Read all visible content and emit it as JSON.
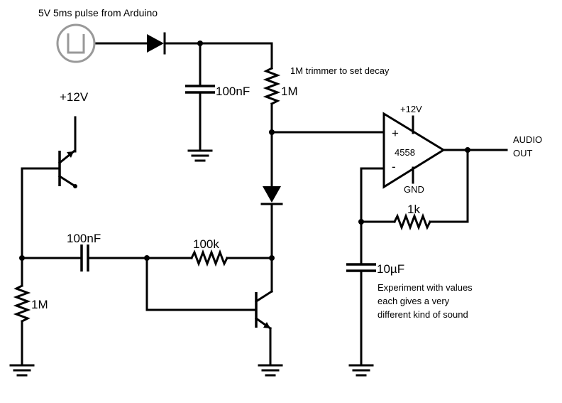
{
  "labels": {
    "pulse": "5V 5ms pulse from Arduino",
    "trimmer_note": "1M trimmer to set decay",
    "cap_top": "100nF",
    "res_trim": "1M",
    "supply_left": "+12V",
    "opamp_supply": "+12V",
    "opamp_plus": "+",
    "opamp_minus": "-",
    "opamp_part": "4558",
    "opamp_gnd": "GND",
    "audio_out_1": "AUDIO",
    "audio_out_2": "OUT",
    "res_fb": "1k",
    "cap_mid": "100nF",
    "res_mid": "100k",
    "cap_out": "10µF",
    "res_left": "1M",
    "experiment_1": "Experiment with values",
    "experiment_2": "each gives a very",
    "experiment_3": "different kind of sound"
  }
}
